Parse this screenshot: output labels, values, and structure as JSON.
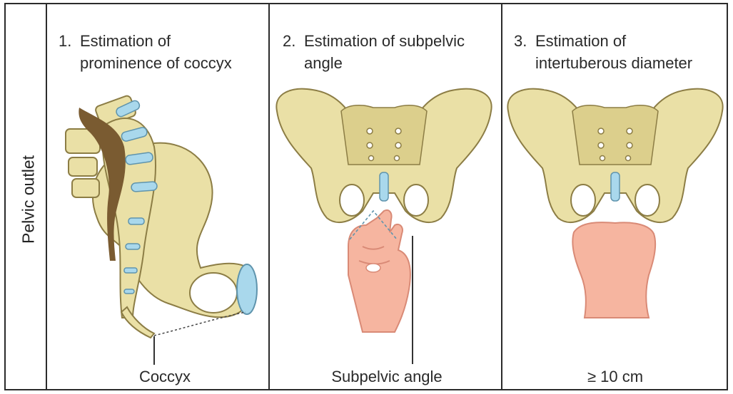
{
  "row_label": "Pelvic outlet",
  "panels": [
    {
      "number": "1.",
      "title_line1": "Estimation of",
      "title_line2": "prominence of coccyx",
      "caption": "Coccyx"
    },
    {
      "number": "2.",
      "title_line1": "Estimation of subpelvic",
      "title_line2": "angle",
      "caption": "Subpelvic angle"
    },
    {
      "number": "3.",
      "title_line1": "Estimation of",
      "title_line2": "intertuberous diameter",
      "caption": "≥ 10 cm"
    }
  ],
  "colors": {
    "bone": "#eae0a6",
    "bone_outline": "#8c7d45",
    "bone_shadow": "#c9b875",
    "disc": "#a9d8ec",
    "canal": "#7a5b31",
    "skin": "#f6b5a0",
    "skin_outline": "#d98a76",
    "border": "#2b2b2b"
  }
}
